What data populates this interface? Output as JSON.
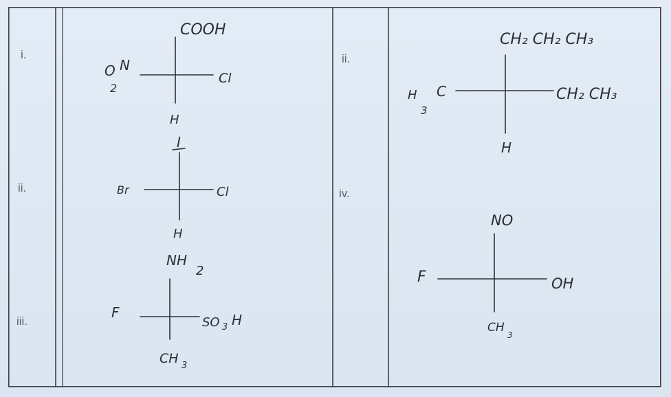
{
  "rows": [
    {
      "label": "i.",
      "top": "COOH",
      "left_o": "O",
      "left_n": "N",
      "left_sub": "2",
      "right": "Cl",
      "bottom": "H"
    },
    {
      "label": "ii.",
      "top": "I",
      "left": "Br",
      "right": "Cl",
      "bottom": "H"
    },
    {
      "label": "iii.",
      "top_main": "NH",
      "top_sub": "2",
      "left": "F",
      "right_a": "SO",
      "right_sub": "3",
      "right_b": "H",
      "bottom_main": "CH",
      "bottom_sub": "3"
    }
  ],
  "right_rows": [
    {
      "label": "ii.",
      "top": "CH₂ CH₂ CH₃",
      "left_h": "H",
      "left_sub": "3",
      "left_c": "C",
      "right": "CH₂ CH₃",
      "bottom": "H"
    },
    {
      "label": "iv.",
      "top": "NO",
      "left": "F",
      "right": "OH",
      "bottom_main": "CH",
      "bottom_sub": "3"
    }
  ]
}
